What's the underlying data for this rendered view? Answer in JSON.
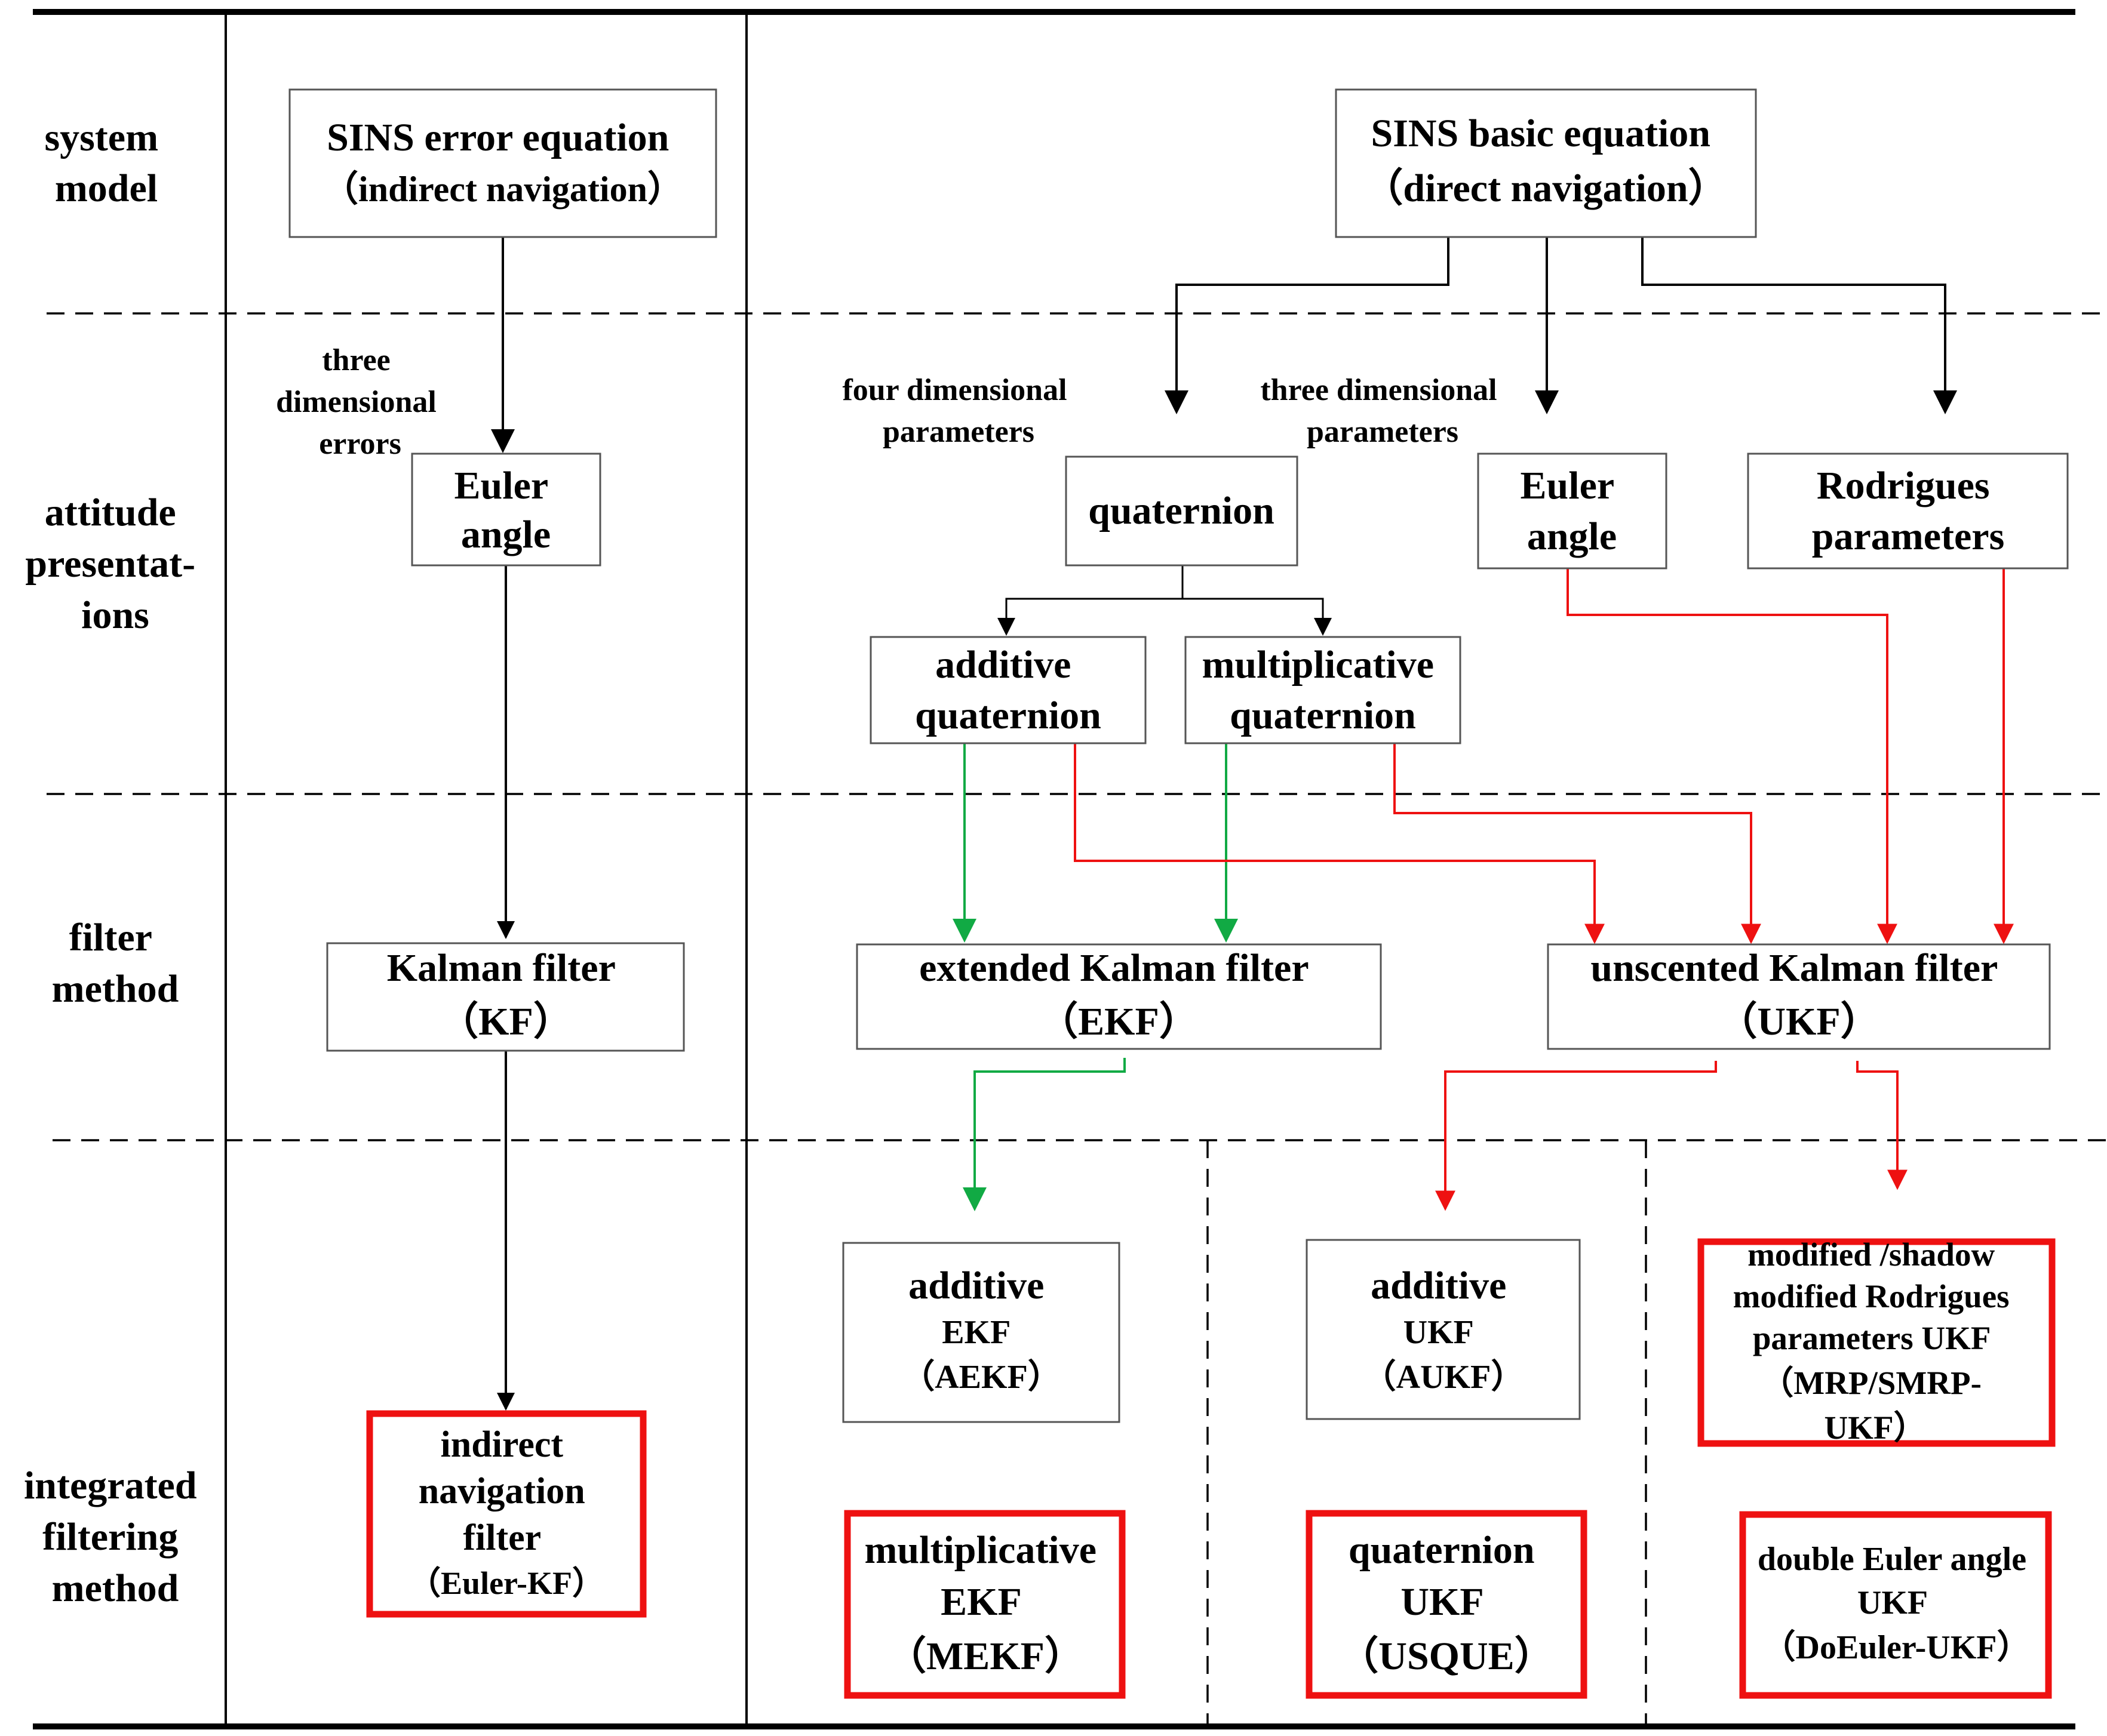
{
  "colors": {
    "frame": "#000000",
    "box_border": "#555555",
    "highlight_border": "#ee1111",
    "red_arrow": "#ee1111",
    "green_arrow": "#11aa44",
    "black_arrow": "#000000"
  },
  "rows": {
    "system_model": [
      "system",
      "model"
    ],
    "attitude": [
      "attitude",
      "presentat-",
      "ions"
    ],
    "filter": [
      "filter",
      "method"
    ],
    "integrated": [
      "integrated",
      "filtering",
      "method"
    ]
  },
  "boxes": {
    "sins_error": [
      "SINS error equation",
      "（indirect navigation）"
    ],
    "sins_basic": [
      "SINS basic equation",
      "（direct  navigation）"
    ],
    "euler_left": [
      "Euler",
      "angle"
    ],
    "quaternion": [
      "quaternion"
    ],
    "euler_right": [
      "Euler",
      "angle"
    ],
    "rodrigues": [
      "Rodrigues",
      "parameters"
    ],
    "additive_quat": [
      "additive",
      "quaternion"
    ],
    "mult_quat": [
      "multiplicative",
      "quaternion"
    ],
    "kf": [
      "Kalman filter",
      "（KF）"
    ],
    "ekf": [
      "extended Kalman filter",
      "（EKF）"
    ],
    "ukf": [
      "unscented Kalman filter",
      "（UKF）"
    ],
    "aekf": [
      "additive",
      "EKF",
      "（AEKF）"
    ],
    "aukf": [
      "additive",
      "UKF",
      "（AUKF）"
    ],
    "mrp": [
      "modified /shadow",
      "modified Rodrigues",
      "parameters UKF",
      "（MRP/SMRP-",
      "UKF）"
    ],
    "euler_kf": [
      "indirect",
      "navigation",
      "filter",
      "（Euler-KF）"
    ],
    "mekf": [
      "multiplicative",
      "EKF",
      "（MEKF）"
    ],
    "usque": [
      "quaternion",
      "UKF",
      "（USQUE）"
    ],
    "doeuler": [
      "double Euler angle",
      "UKF",
      "（DoEuler-UKF）"
    ]
  },
  "annotations": {
    "three_dim_errors": [
      "three",
      "dimensional",
      "errors"
    ],
    "four_dim_params": [
      "four dimensional",
      "parameters"
    ],
    "three_dim_params": [
      "three dimensional",
      "parameters"
    ]
  }
}
